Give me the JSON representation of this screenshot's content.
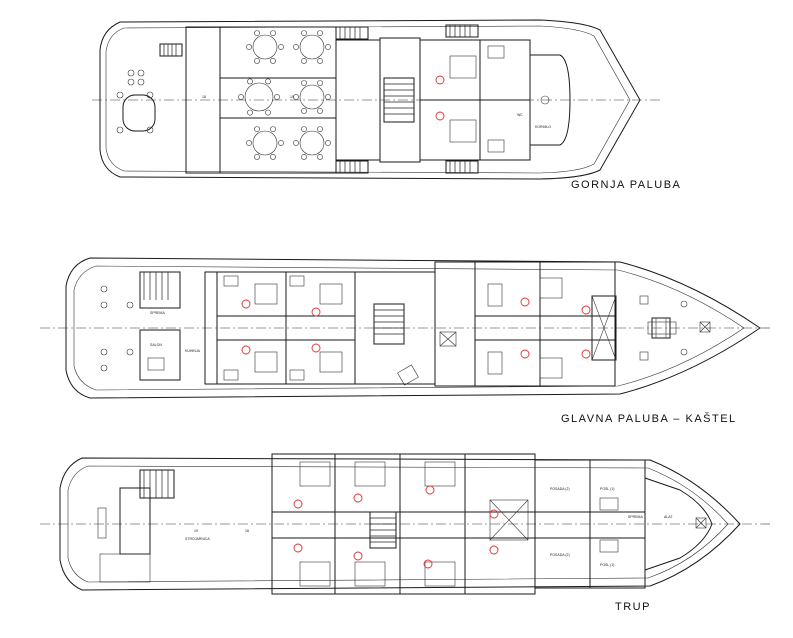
{
  "decks": [
    {
      "id": "upper",
      "label": "GORNJA PALUBA"
    },
    {
      "id": "main",
      "label": "GLAVNA PALUBA – KAŠTEL"
    },
    {
      "id": "hull",
      "label": "TRUP"
    }
  ],
  "colors": {
    "line": "#1a1a1a",
    "cabin_marker": "#dd3333",
    "background": "#ffffff"
  }
}
